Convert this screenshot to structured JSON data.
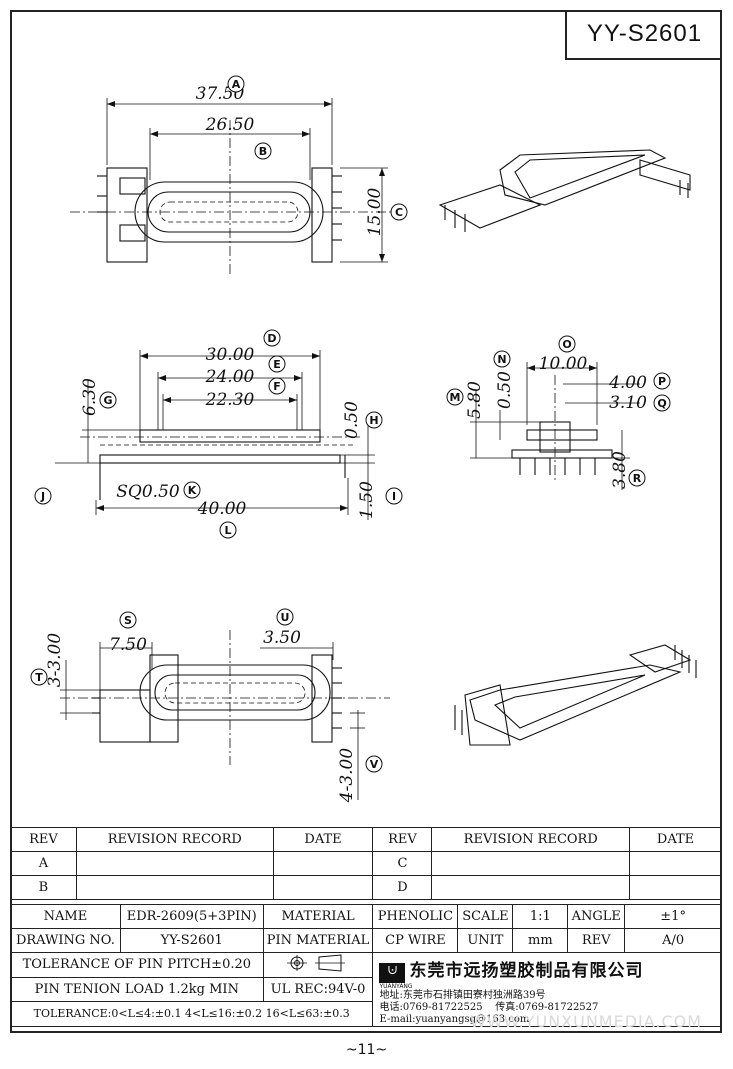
{
  "part_code": "YY-S2601",
  "page_number": "~11~",
  "dimensions": {
    "A": "37.50",
    "B": "26.50",
    "C": "15.00",
    "D": "30.00",
    "E": "24.00",
    "F": "22.30",
    "G": "6.30",
    "H": "0.50",
    "I": "1.50",
    "J": "",
    "K": "SQ0.50",
    "L": "40.00",
    "M": "5.80",
    "N": "0.50",
    "O": "10.00",
    "P": "4.00",
    "Q": "3.10",
    "R": "3.80",
    "S": "7.50",
    "T": "3-3.00",
    "U": "3.50",
    "V": "4-3.00"
  },
  "markers": [
    "A",
    "B",
    "C",
    "D",
    "E",
    "F",
    "G",
    "H",
    "I",
    "J",
    "K",
    "L",
    "M",
    "N",
    "O",
    "P",
    "Q",
    "R",
    "S",
    "T",
    "U",
    "V"
  ],
  "revision_table": {
    "headers": [
      "REV",
      "REVISION RECORD",
      "DATE",
      "REV",
      "REVISION RECORD",
      "DATE"
    ],
    "rows": [
      [
        "A",
        "",
        "",
        "C",
        "",
        ""
      ],
      [
        "B",
        "",
        "",
        "D",
        "",
        ""
      ]
    ]
  },
  "title_block": {
    "name_label": "NAME",
    "name_value": "EDR-2609(5+3PIN)",
    "material_label": "MATERIAL",
    "material_value": "PHENOLIC",
    "scale_label": "SCALE",
    "scale_value": "1:1",
    "angle_label": "ANGLE",
    "angle_value": "±1°",
    "drawing_no_label": "DRAWING NO.",
    "drawing_no_value": "YY-S2601",
    "pin_material_label": "PIN MATERIAL",
    "pin_material_value": "CP WIRE",
    "unit_label": "UNIT",
    "unit_value": "mm",
    "rev_label": "REV",
    "rev_value": "A/0",
    "pitch_tolerance": "TOLERANCE OF PIN PITCH±0.20",
    "pin_tension": "PIN TENION LOAD 1.2kg MIN",
    "ul_rec": "UL REC:94V-0",
    "tolerance_line": "TOLERANCE:0<L≤4:±0.1  4<L≤16:±0.2  16<L≤63:±0.3"
  },
  "company": {
    "logo_text": "YUANYANG",
    "name": "东莞市远扬塑胶制品有限公司",
    "address": "地址:东莞市石排镇田寮村独洲路39号",
    "phone": "电话:0769-81722525",
    "fax": "传真:0769-81722527",
    "email": "E-mail:yuanyangsg@163.com"
  },
  "watermark": "WWW.YUNXUNMEDIA.COM"
}
